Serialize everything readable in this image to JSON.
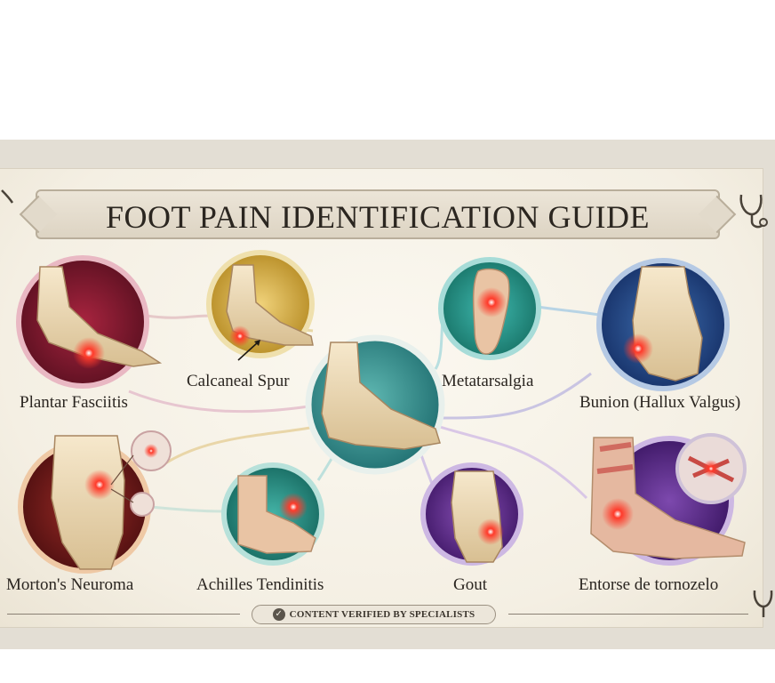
{
  "title": "FOOT PAIN IDENTIFICATION GUIDE",
  "conditions": [
    {
      "label": "Plantar Fasciitis",
      "ring_color": "#c2354f"
    },
    {
      "label": "Calcaneal Spur",
      "ring_color": "#c9a53a"
    },
    {
      "label": "Metatarsalgia",
      "ring_color": "#2f9e9a"
    },
    {
      "label": "Bunion (Hallux Valgus)",
      "ring_color": "#2b5f9e"
    },
    {
      "label": "Morton's Neuroma",
      "ring_color": "#b25a2a"
    },
    {
      "label": "Achilles Tendinitis",
      "ring_color": "#2f9e8e"
    },
    {
      "label": "Gout",
      "ring_color": "#7b3fa6"
    },
    {
      "label": "Entorse de tornozelo",
      "ring_color": "#6e3a9a"
    }
  ],
  "footer": {
    "badge_text": "CONTENT VERIFIED BY SPECIALISTS"
  },
  "icons": [
    "stethoscope-icon",
    "check-icon",
    "pain-spot-icon"
  ],
  "colors": {
    "background": "#f4efe3",
    "banner": "#e2dacb",
    "text": "#2a2520",
    "pain": "#e02020"
  }
}
